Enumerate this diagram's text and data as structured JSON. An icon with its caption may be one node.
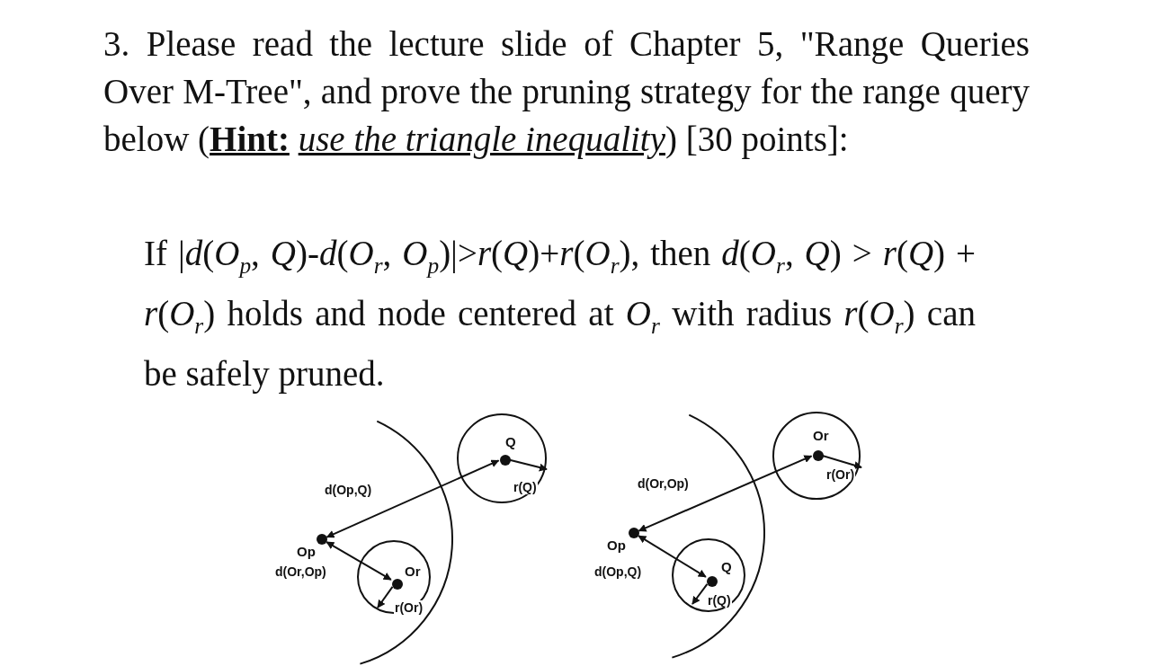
{
  "diagram": {
    "nodes": [
      {
        "text": [],
        "shape": "circle"
      },
      {
        "text": [
          "Q"
        ],
        "in": 0
      },
      {
        "text": [
          "Op"
        ]
      },
      {
        "text": [],
        "shape": "circle"
      },
      {
        "text": [
          "Or"
        ],
        "in": 3
      },
      {
        "text": [],
        "shape": "circle"
      },
      {
        "text": [
          "Or"
        ],
        "in": 5
      },
      {
        "text": [
          "Op"
        ]
      },
      {
        "text": [],
        "shape": "circle"
      },
      {
        "text": [
          "Q"
        ],
        "in": 8
      }
    ],
    "edges": [
      {
        "from": 1,
        "to": 0,
        "arrow": "to",
        "label": "r(Q)"
      },
      {
        "from": 1,
        "to": 2,
        "arrow": "both",
        "label": "d(Op,Q)"
      },
      {
        "from": 4,
        "to": 2,
        "arrow": "both",
        "label": "d(Or,Op)"
      },
      {
        "from": 4,
        "to": 3,
        "arrow": "to",
        "label": "r(Or)"
      },
      {
        "from": 6,
        "to": 5,
        "arrow": "to",
        "label": "r(Or)"
      },
      {
        "from": 6,
        "to": 7,
        "arrow": "both",
        "label": "d(Or,Op)"
      },
      {
        "from": 9,
        "to": 7,
        "arrow": "both",
        "label": "d(Op,Q)"
      },
      {
        "from": 9,
        "to": 8,
        "arrow": "to",
        "label": "r(Q)"
      }
    ],
    "labels": [
      "3. Please read the lecture slide of Chapter 5, \"Range Queries Over M-Tree\", and prove the pruning strategy for the range query below (**Hint:** *use the triangle inequality*) [30 points]:",
      "If |*d*(*O*$_{p}$, *Q*)-*d*(*O*$_{r}$, *O*$_{p}$)|>*r*(*Q*)+*r*(*O*$_{r}$), then *d*(*O*$_{r}$, *Q*) > *r*(*Q*) + *r*(*O*$_{r}$) holds and node centered at *O*$_{r}$ with radius *r*(*O*$_{r}$) can be safely pruned."
    ]
  }
}
